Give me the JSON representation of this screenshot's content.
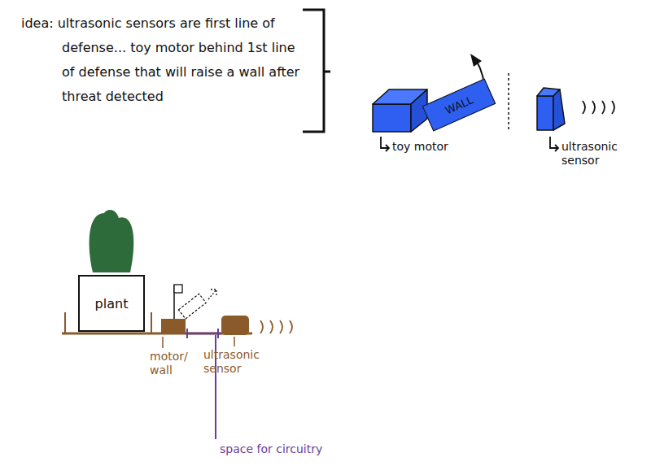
{
  "diagram": {
    "nodes": [
      {
        "text": [
          "WALL"
        ]
      },
      {
        "text": [
          "plant"
        ]
      }
    ],
    "labels": [
      "idea: ultrasonic sensors are first line of defense... toy motor behind 1st line of defense that will raise a wall after threat detected",
      "toy motor",
      "ultrasonic sensor",
      "motor/ wall",
      "ultrasonic sensor",
      "space for circuitry"
    ]
  }
}
